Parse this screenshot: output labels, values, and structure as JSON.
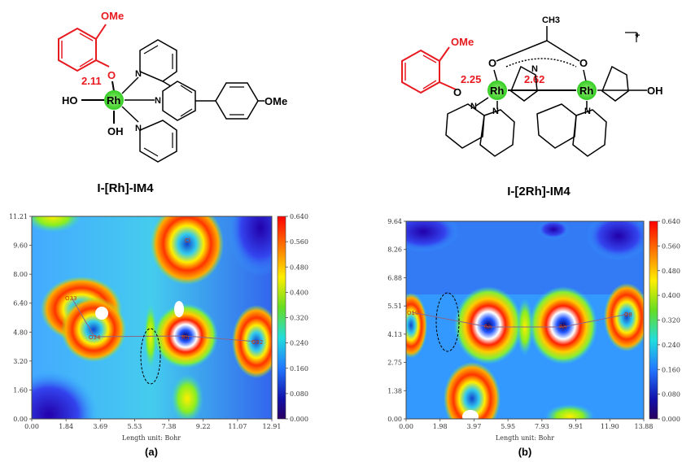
{
  "structure_a": {
    "name": "I-[Rh]-IM4",
    "distance": "2.11",
    "atoms": {
      "ome_top": "OMe",
      "ome_right": "OMe",
      "o": "O",
      "rh": "Rh",
      "ho": "HO",
      "oh": "OH",
      "n1": "N",
      "n2": "N",
      "n3": "N"
    }
  },
  "structure_b": {
    "name": "I-[2Rh]-IM4",
    "distance_1": "2.25",
    "distance_2": "2.62",
    "charge": "+",
    "atoms": {
      "ome": "OMe",
      "ch3": "CH3",
      "o1": "O",
      "o2": "O",
      "o3": "O",
      "rh1": "Rh",
      "rh2": "Rh",
      "oh": "OH",
      "n1": "N",
      "n2": "N",
      "n3": "N",
      "n4": "N"
    }
  },
  "panel_a": {
    "label": "(a)",
    "xlabel": "Length unit: Bohr",
    "x_ticks": [
      "0.00",
      "1.84",
      "3.69",
      "5.53",
      "7.38",
      "9.22",
      "11.07",
      "12.91"
    ],
    "y_ticks": [
      "0.00",
      "1.60",
      "3.20",
      "4.80",
      "6.40",
      "8.00",
      "9.60",
      "11.21"
    ],
    "atom_labels": [
      "Cl",
      "O33",
      "O34",
      "Rh",
      "O32"
    ],
    "colorbar_ticks": [
      "0.640",
      "0.560",
      "0.480",
      "0.400",
      "0.320",
      "0.240",
      "0.160",
      "0.080",
      "0.000"
    ]
  },
  "panel_b": {
    "label": "(b)",
    "xlabel": "Length unit: Bohr",
    "x_ticks": [
      "0.00",
      "1.98",
      "3.97",
      "5.95",
      "7.93",
      "9.91",
      "11.90",
      "13.88"
    ],
    "y_ticks": [
      "0.00",
      "1.38",
      "2.75",
      "4.13",
      "5.51",
      "6.88",
      "8.26",
      "9.64"
    ],
    "atom_labels": [
      "O10",
      "Rh",
      "Rh",
      "O8"
    ],
    "colorbar_ticks": [
      "0.640",
      "0.560",
      "0.480",
      "0.400",
      "0.320",
      "0.240",
      "0.160",
      "0.080",
      "0.000"
    ]
  },
  "colors": {
    "highlight": "#e8191f",
    "rh_glow": "#55dd33",
    "bond": "#000000"
  }
}
